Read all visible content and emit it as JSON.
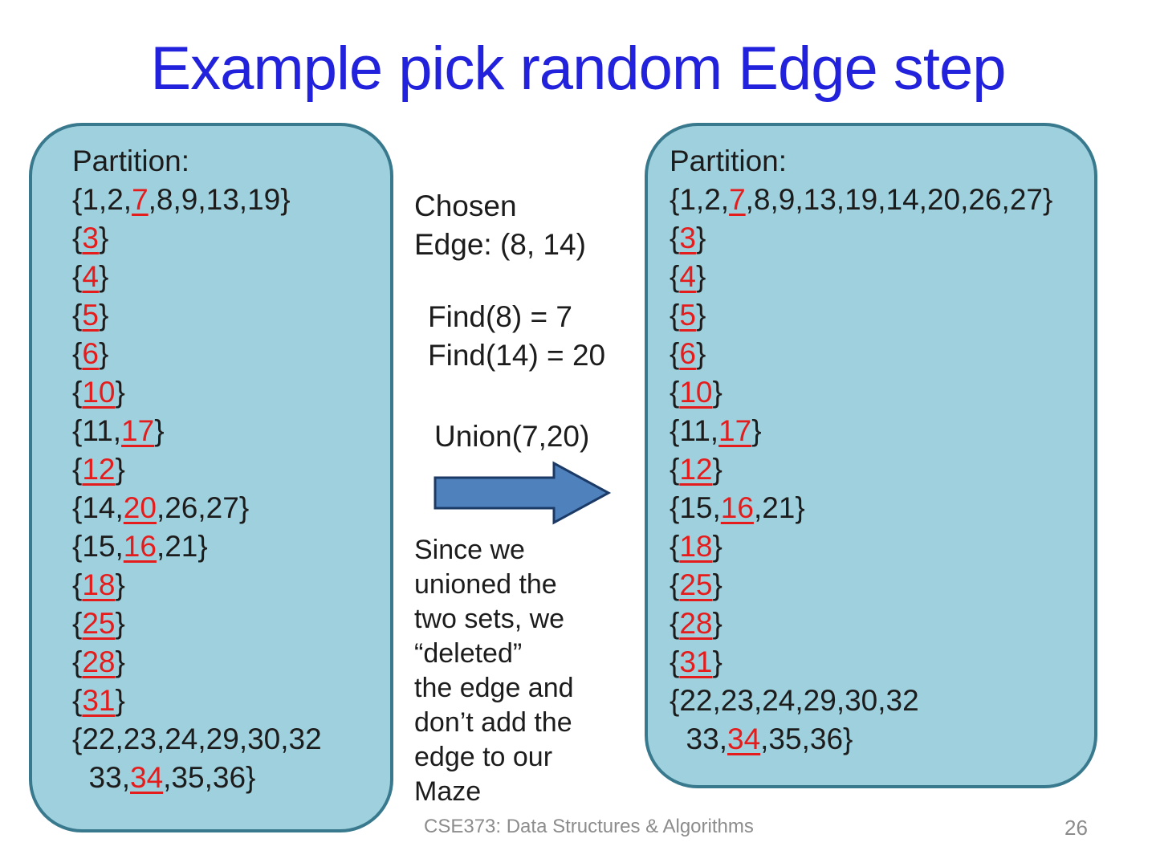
{
  "title": "Example pick random Edge step",
  "colors": {
    "title_blue": "#2222dd",
    "panel_fill": "#9fd0dd",
    "panel_border": "#38798e",
    "root_red": "#e51c1c",
    "arrow_fill": "#4f81bd",
    "arrow_outline": "#1b3a66",
    "body_text": "#1c1c1c",
    "footer_gray": "#8c8c8c"
  },
  "left_panel": {
    "lines": [
      "Partition:",
      "{1,2,[7],8,9,13,19}",
      "{[3]}",
      "{[4]}",
      "{[5]}",
      "{[6]}",
      "{[10]}",
      "{11,[17]}",
      "{[12]}",
      "{14,[20],26,27}",
      "{15,[16],21}",
      "{[18]}",
      "{[25]}",
      "{[28]}",
      "{[31]}",
      "{22,23,24,29,30,32",
      "  33,[34],35,36}"
    ]
  },
  "middle": {
    "chosen_edge_lines": [
      "Chosen",
      "Edge: (8, 14)"
    ],
    "find_lines": [
      "Find(8) = 7",
      "Find(14) = 20"
    ],
    "union_label": "Union(7,20)",
    "arrow_icon": "right-block-arrow",
    "note_lines": [
      "Since we",
      "unioned the",
      "two sets, we",
      "“deleted”",
      "the edge and",
      "don’t add the",
      "edge to our",
      "Maze"
    ]
  },
  "right_panel": {
    "lines": [
      "Partition:",
      "{1,2,[7],8,9,13,19,14,20,26,27}",
      "{[3]}",
      "{[4]}",
      "{[5]}",
      "{[6]}",
      "{[10]}",
      "{11,[17]}",
      "{[12]}",
      "{15,[16],21}",
      "{[18]}",
      "{[25]}",
      "{[28]}",
      "{[31]}",
      "{22,23,24,29,30,32",
      "  33,[34],35,36}"
    ]
  },
  "footer": {
    "course": "CSE373: Data Structures & Algorithms",
    "page_number": "26"
  }
}
